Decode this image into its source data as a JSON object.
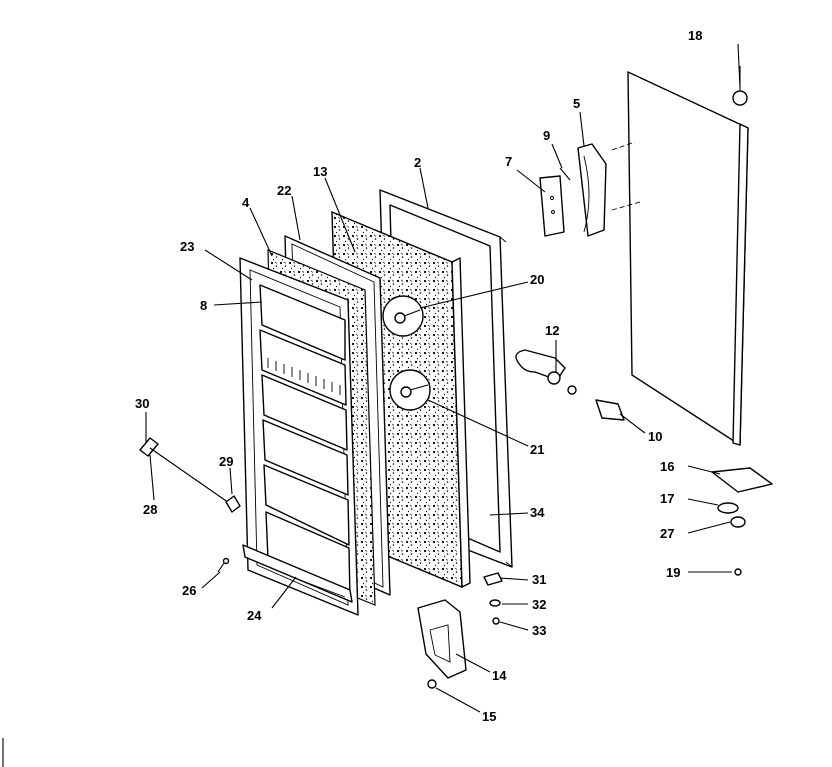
{
  "diagram": {
    "callouts": [
      "18",
      "5",
      "9",
      "7",
      "2",
      "13",
      "22",
      "4",
      "23",
      "8",
      "20",
      "12",
      "10",
      "21",
      "30",
      "29",
      "28",
      "16",
      "17",
      "27",
      "19",
      "34",
      "31",
      "32",
      "33",
      "26",
      "24",
      "14",
      "15"
    ]
  }
}
